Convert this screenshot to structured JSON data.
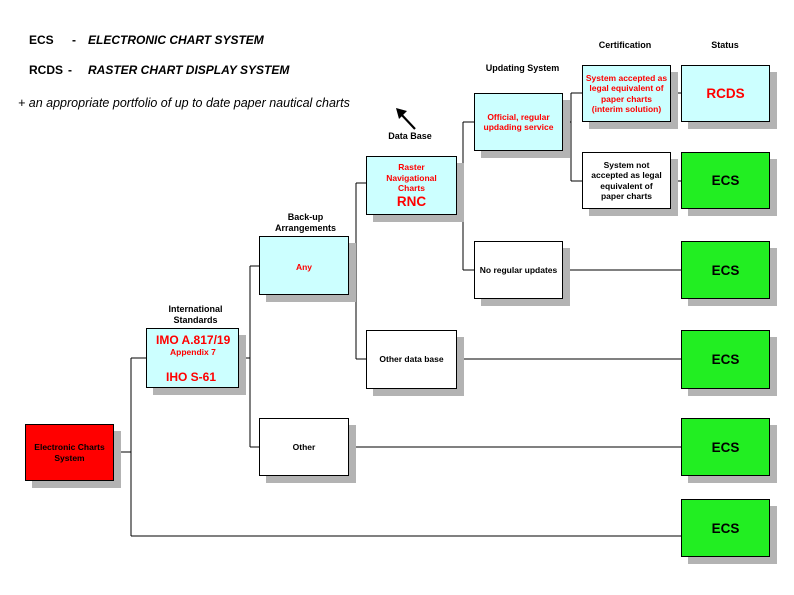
{
  "legend": {
    "ecs_abbr": "ECS",
    "ecs_dash": "-",
    "ecs_full": "ELECTRONIC CHART SYSTEM",
    "rcds_abbr": "RCDS",
    "rcds_dash": "-",
    "rcds_full": "RASTER CHART DISPLAY SYSTEM"
  },
  "note": "+ an appropriate portfolio of up to date paper nautical charts",
  "headers": {
    "certification": "Certification",
    "status": "Status",
    "updating_system": "Updating System",
    "data_base": "Data Base",
    "backup": [
      "Back-up",
      "Arrangements"
    ],
    "standards": [
      "International",
      "Standards"
    ]
  },
  "nodes": {
    "ecs_root": [
      "Electronic Charts",
      "System"
    ],
    "imo": "IMO A.817/19",
    "appendix": "Appendix 7",
    "iho": "IHO S-61",
    "any": "Any",
    "other": "Other",
    "rnc_lines": [
      "Raster",
      "Navigational",
      "Charts"
    ],
    "rnc": "RNC",
    "other_db": "Other data base",
    "official": [
      "Official, regular",
      "updading service"
    ],
    "no_updates": "No regular updates",
    "cert_accepted": [
      "System accepted as",
      "legal equivalent of",
      "paper charts",
      "(interim solution)"
    ],
    "cert_not": [
      "System not",
      "accepted as legal",
      "equivalent of",
      "paper charts"
    ]
  },
  "status": [
    "RCDS",
    "ECS",
    "ECS",
    "ECS",
    "ECS",
    "ECS"
  ],
  "colors": {
    "red": "#ff0000",
    "green": "#22ee22",
    "cyan": "#ccffff",
    "shadow": "#b3b3b3"
  },
  "icons": {
    "pointer": "arrow-pointer-icon"
  }
}
